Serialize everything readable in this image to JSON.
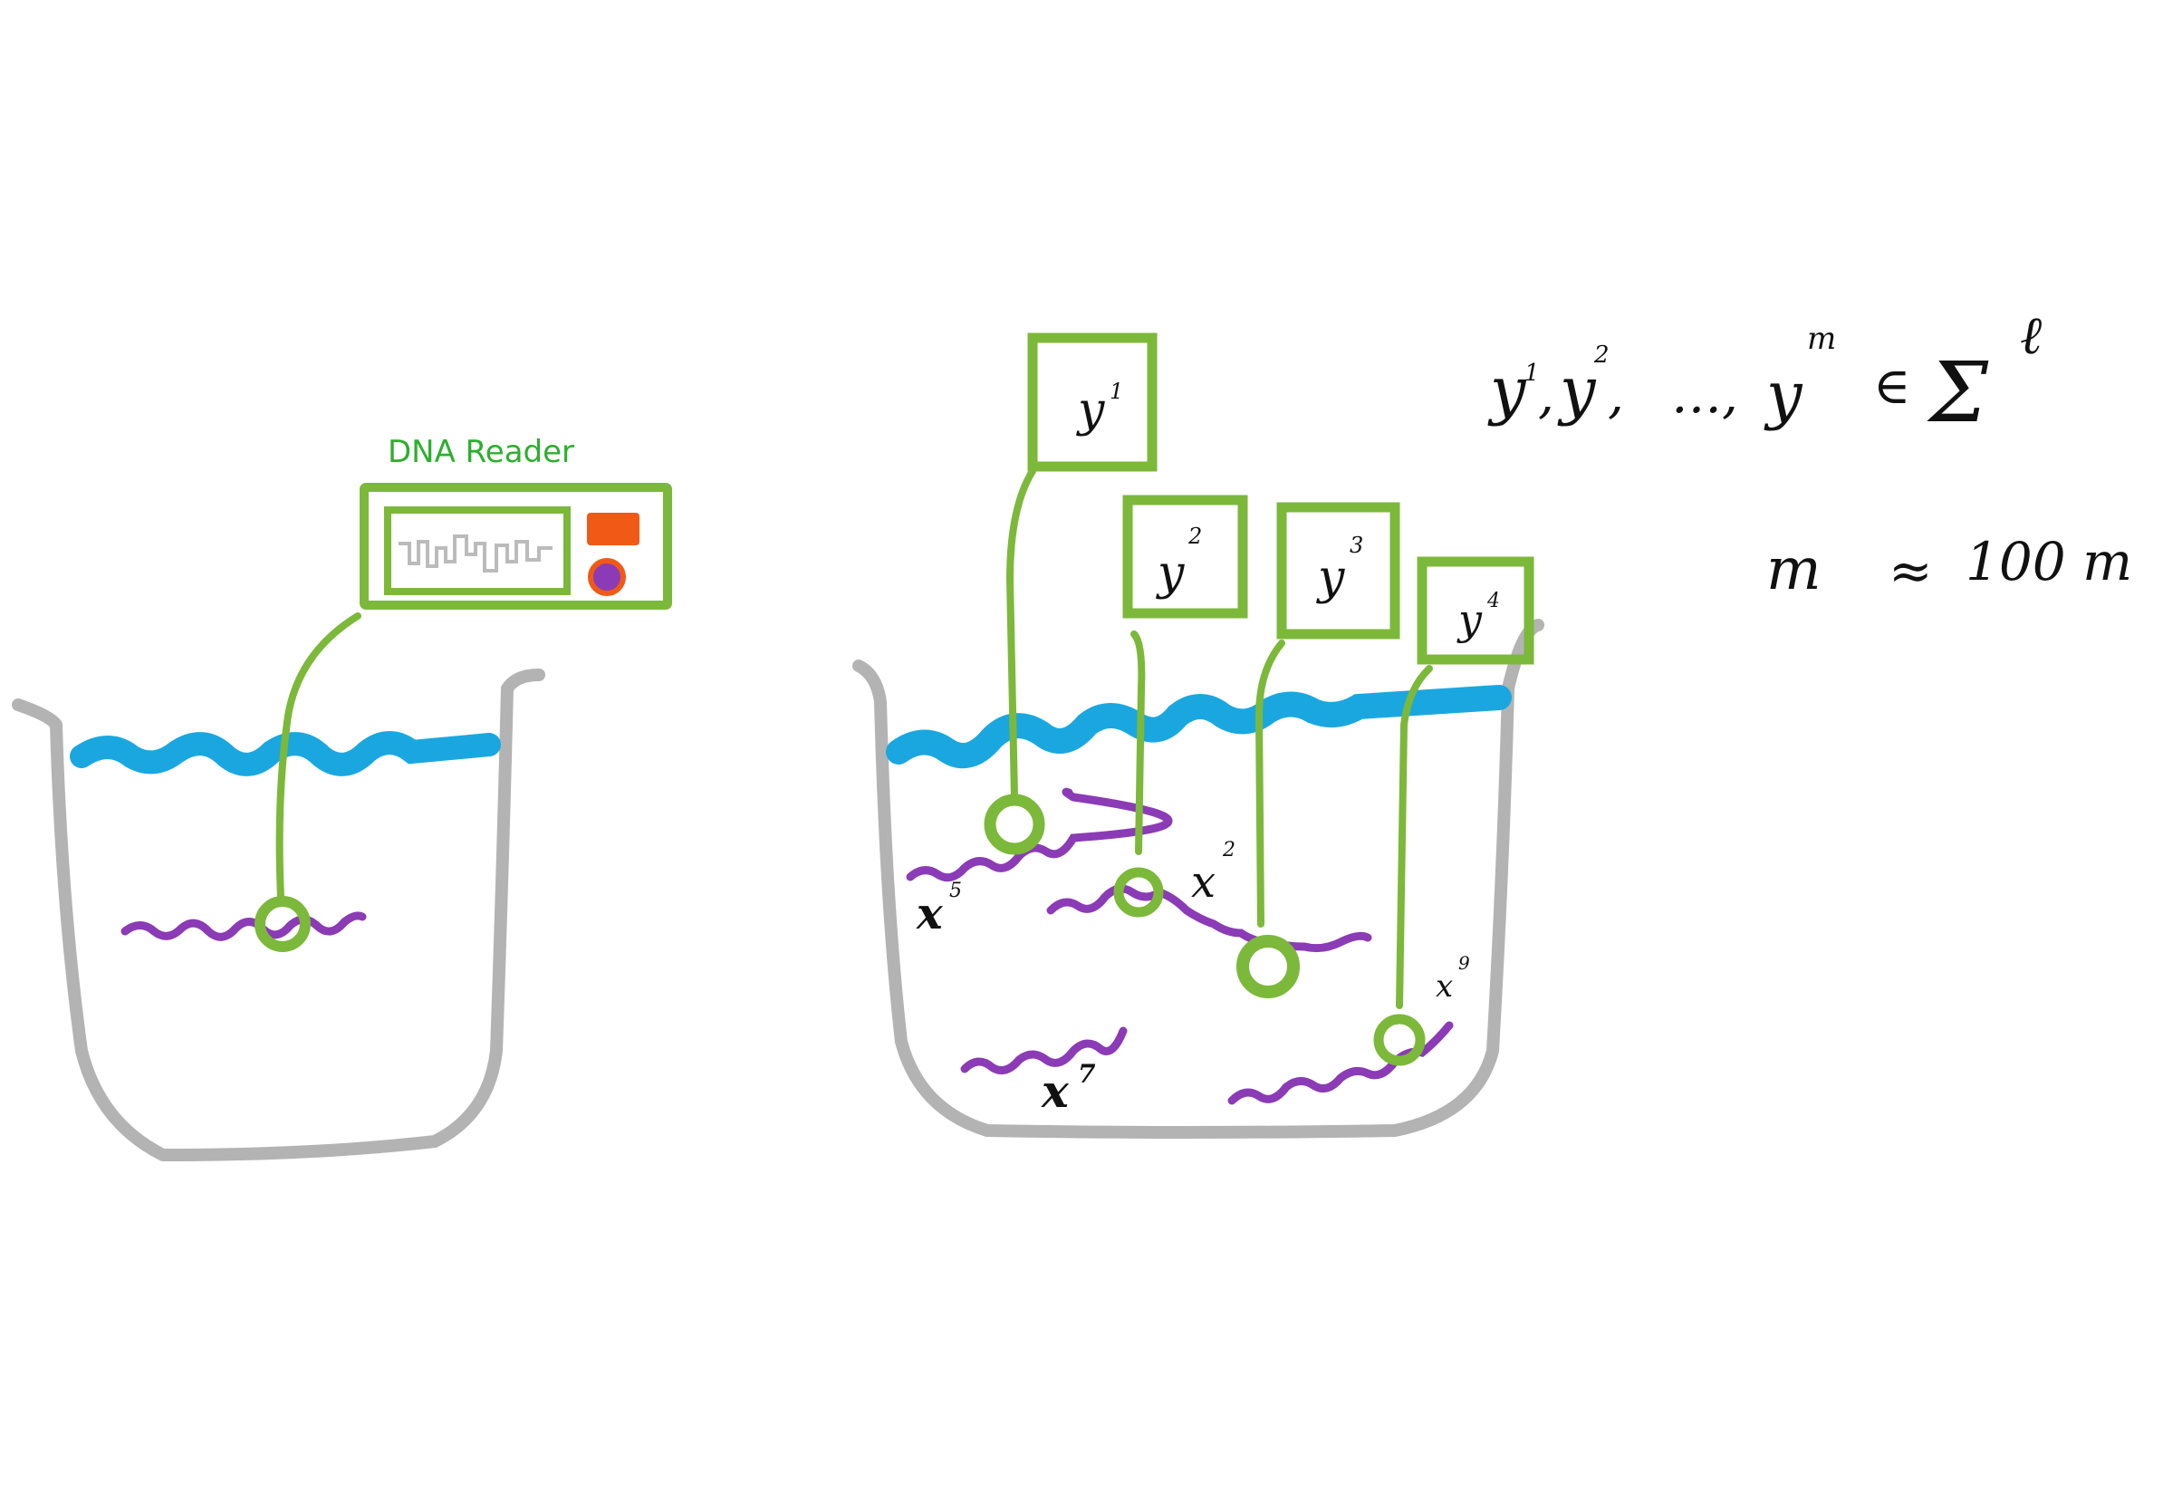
{
  "reader": {
    "title": "DNA Reader"
  },
  "probes": [
    {
      "base": "y",
      "sup": "1"
    },
    {
      "base": "y",
      "sup": "2"
    },
    {
      "base": "y",
      "sup": "3"
    },
    {
      "base": "y",
      "sup": "4"
    }
  ],
  "strands": [
    {
      "base": "x",
      "sup": "5"
    },
    {
      "base": "x",
      "sup": "2"
    },
    {
      "base": "x",
      "sup": "7"
    },
    {
      "base": "x",
      "sup": "9"
    }
  ],
  "formula_line1": {
    "y1": "y",
    "s1": "1",
    "sep1": ",",
    "y2": "y",
    "s2": "2",
    "sep2": ",",
    "dots": "…,",
    "ym": "y",
    "sm": "m",
    "member": "∈",
    "sigma": "Σ",
    "exp": "ℓ"
  },
  "formula_line2": {
    "lhs": "m",
    "approx": "≈",
    "rhs": "100 m"
  },
  "colors": {
    "green": "#7cb83a",
    "blue": "#1aa7e0",
    "purple": "#8b3bb5",
    "gray": "#b3b3b3",
    "orange": "#f05a16",
    "ink": "#111111"
  }
}
